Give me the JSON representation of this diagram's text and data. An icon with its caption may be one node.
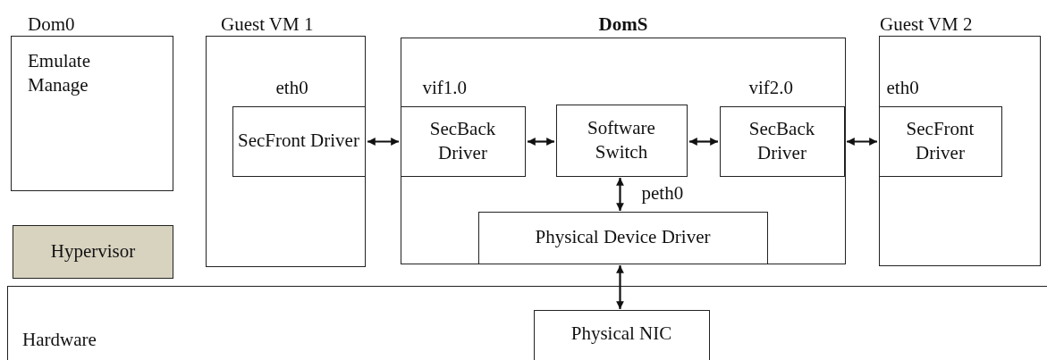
{
  "diagram": {
    "nodes": [
      {
        "text": [
          "Dom0",
          "Emulate Manage"
        ]
      },
      {
        "text": [
          "Hypervisor"
        ]
      },
      {
        "text": [
          "Guest VM 1"
        ]
      },
      {
        "text": [
          "SecFront Driver"
        ],
        "in": 2,
        "beside": [
          "eth0"
        ]
      },
      {
        "text": [
          "DomS"
        ]
      },
      {
        "text": [
          "SecBack Driver"
        ],
        "in": 4,
        "beside": [
          "vif1.0"
        ]
      },
      {
        "text": [
          "Software Switch"
        ],
        "in": 4
      },
      {
        "text": [
          "SecBack Driver"
        ],
        "in": 4,
        "beside": [
          "vif2.0"
        ]
      },
      {
        "text": [
          "Physical Device Driver"
        ],
        "in": 4,
        "beside": [
          "peth0"
        ]
      },
      {
        "text": [
          "Guest VM 2"
        ]
      },
      {
        "text": [
          "SecFront Driver"
        ],
        "in": 9,
        "beside": [
          "eth0"
        ]
      },
      {
        "text": [
          "Hardware"
        ]
      },
      {
        "text": [
          "Physical NIC"
        ],
        "in": 11
      }
    ],
    "edges": [
      {
        "from": 3,
        "to": 5,
        "arrow": "both"
      },
      {
        "from": 5,
        "to": 6,
        "arrow": "both"
      },
      {
        "from": 6,
        "to": 7,
        "arrow": "both"
      },
      {
        "from": 7,
        "to": 10,
        "arrow": "both"
      },
      {
        "from": 6,
        "to": 8,
        "arrow": "both"
      },
      {
        "from": 8,
        "to": 12,
        "arrow": "both"
      }
    ]
  }
}
